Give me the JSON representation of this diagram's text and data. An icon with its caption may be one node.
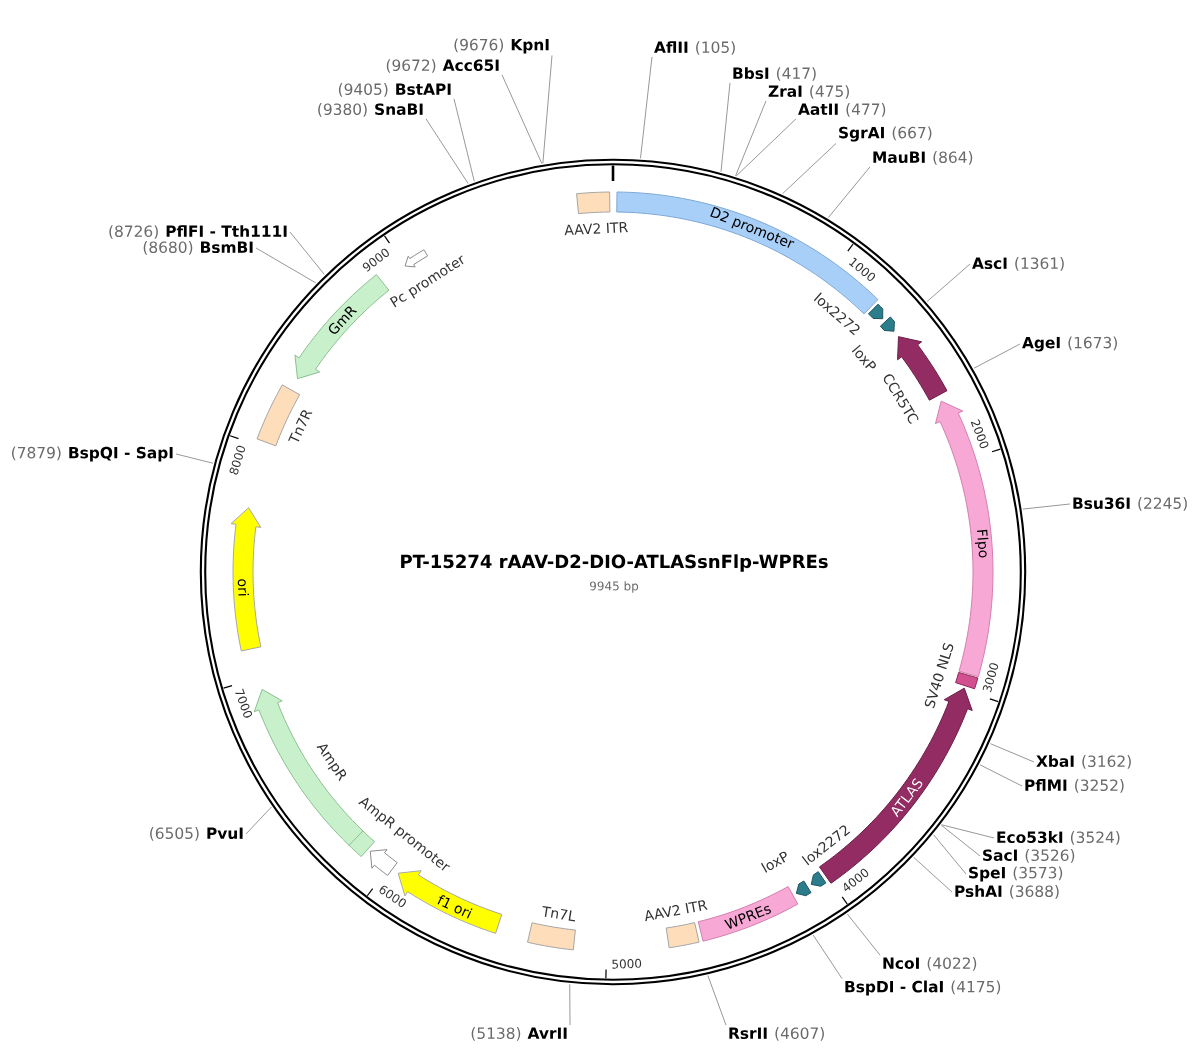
{
  "diagram": {
    "title": "PT-15274 rAAV-D2-DIO-ATLASsnFlp-WPREs",
    "nodes": [
      {
        "text": [
          "AAV2 ITR"
        ]
      },
      {
        "text": [
          "D2 promoter"
        ]
      },
      {
        "text": [
          "lox2272"
        ]
      },
      {
        "text": [
          "loxP"
        ]
      },
      {
        "text": [
          "CCR5TC"
        ]
      },
      {
        "text": [
          "Flpo"
        ]
      },
      {
        "text": [
          "SV40 NLS"
        ]
      },
      {
        "text": [
          "ATLAS"
        ]
      },
      {
        "text": [
          "lox2272"
        ]
      },
      {
        "text": [
          "loxP"
        ]
      },
      {
        "text": [
          "WPREs"
        ]
      },
      {
        "text": [
          "AAV2 ITR"
        ]
      },
      {
        "text": [
          "Tn7L"
        ]
      },
      {
        "text": [
          "f1 ori"
        ]
      },
      {
        "text": [
          "AmpR promoter"
        ]
      },
      {
        "text": [
          "AmpR"
        ]
      },
      {
        "text": [
          "ori"
        ]
      },
      {
        "text": [
          "Tn7R"
        ]
      },
      {
        "text": [
          "GmR"
        ]
      },
      {
        "text": [
          "Pc promoter"
        ]
      },
      {
        "text": [
          "AflII",
          "(105)"
        ]
      },
      {
        "text": [
          "BbsI",
          "(417)"
        ]
      },
      {
        "text": [
          "ZraI",
          "(475)"
        ]
      },
      {
        "text": [
          "AatII",
          "(477)"
        ]
      },
      {
        "text": [
          "SgrAI",
          "(667)"
        ]
      },
      {
        "text": [
          "MauBI",
          "(864)"
        ]
      },
      {
        "text": [
          "AscI",
          "(1361)"
        ]
      },
      {
        "text": [
          "AgeI",
          "(1673)"
        ]
      },
      {
        "text": [
          "Bsu36I",
          "(2245)"
        ]
      },
      {
        "text": [
          "XbaI",
          "(3162)"
        ]
      },
      {
        "text": [
          "PflMI",
          "(3252)"
        ]
      },
      {
        "text": [
          "Eco53kI",
          "(3524)"
        ]
      },
      {
        "text": [
          "SacI",
          "(3526)"
        ]
      },
      {
        "text": [
          "SpeI",
          "(3573)"
        ]
      },
      {
        "text": [
          "PshAI",
          "(3688)"
        ]
      },
      {
        "text": [
          "NcoI",
          "(4022)"
        ]
      },
      {
        "text": [
          "BspDI - ClaI",
          "(4175)"
        ]
      },
      {
        "text": [
          "RsrII",
          "(4607)"
        ]
      },
      {
        "text": [
          "(5138)",
          "AvrII"
        ]
      },
      {
        "text": [
          "(6505)",
          "PvuI"
        ]
      },
      {
        "text": [
          "(7879)",
          "BspQI - SapI"
        ]
      },
      {
        "text": [
          "(8680)",
          "BsmBI"
        ]
      },
      {
        "text": [
          "(8726)",
          "PflFI - Tth111I"
        ]
      },
      {
        "text": [
          "(9380)",
          "SnaBI"
        ]
      },
      {
        "text": [
          "(9405)",
          "BstAPI"
        ]
      },
      {
        "text": [
          "(9672)",
          "Acc65I"
        ]
      },
      {
        "text": [
          "(9676)",
          "KpnI"
        ]
      }
    ],
    "edges": [
      {
        "from": 20,
        "to": null,
        "arrow": "none"
      },
      {
        "from": 21,
        "to": null,
        "arrow": "none"
      },
      {
        "from": 22,
        "to": null,
        "arrow": "none"
      },
      {
        "from": 23,
        "to": null,
        "arrow": "none"
      },
      {
        "from": 24,
        "to": null,
        "arrow": "none"
      },
      {
        "from": 25,
        "to": null,
        "arrow": "none"
      },
      {
        "from": 26,
        "to": null,
        "arrow": "none"
      },
      {
        "from": 27,
        "to": null,
        "arrow": "none"
      },
      {
        "from": 28,
        "to": null,
        "arrow": "none"
      },
      {
        "from": 29,
        "to": null,
        "arrow": "none"
      },
      {
        "from": 30,
        "to": null,
        "arrow": "none"
      },
      {
        "from": 31,
        "to": null,
        "arrow": "none"
      },
      {
        "from": 32,
        "to": null,
        "arrow": "none"
      },
      {
        "from": 33,
        "to": null,
        "arrow": "none"
      },
      {
        "from": 34,
        "to": null,
        "arrow": "none"
      },
      {
        "from": 35,
        "to": null,
        "arrow": "none"
      },
      {
        "from": 36,
        "to": null,
        "arrow": "none"
      },
      {
        "from": 37,
        "to": null,
        "arrow": "none"
      },
      {
        "from": 38,
        "to": null,
        "arrow": "none"
      },
      {
        "from": 39,
        "to": null,
        "arrow": "none"
      },
      {
        "from": 40,
        "to": null,
        "arrow": "none"
      },
      {
        "from": 41,
        "to": null,
        "arrow": "none"
      },
      {
        "from": 42,
        "to": null,
        "arrow": "none"
      },
      {
        "from": 43,
        "to": null,
        "arrow": "none"
      },
      {
        "from": 44,
        "to": null,
        "arrow": "none"
      },
      {
        "from": 45,
        "to": null,
        "arrow": "none"
      },
      {
        "from": 46,
        "to": null,
        "arrow": "none"
      }
    ],
    "labels": [
      "9945 bp",
      "1000",
      "2000",
      "3000",
      "4000",
      "5000",
      "6000",
      "7000",
      "8000",
      "9000"
    ]
  }
}
